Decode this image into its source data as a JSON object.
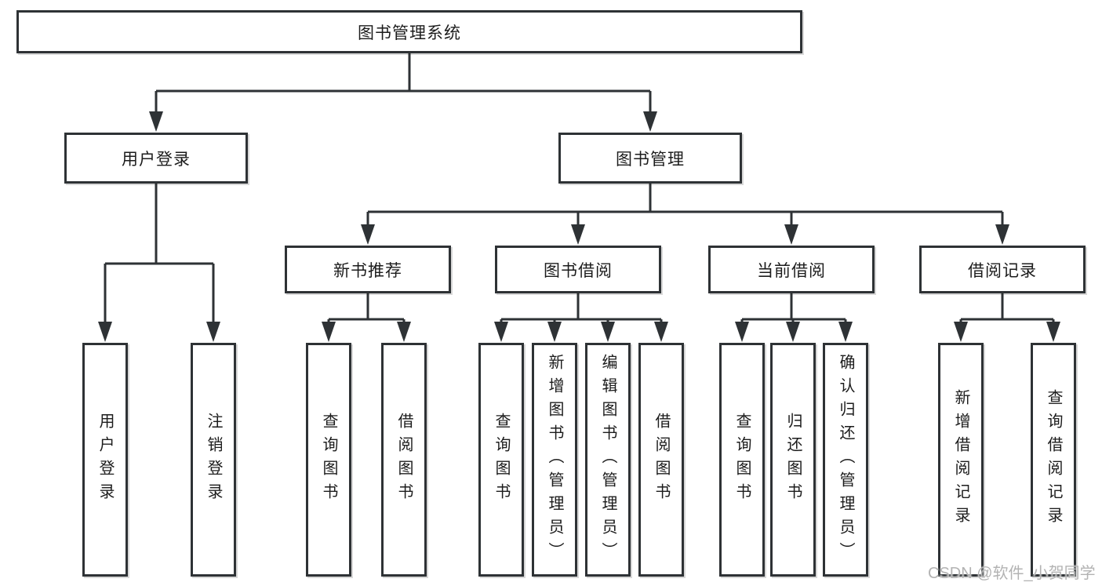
{
  "diagram": {
    "root": {
      "label": "图书管理系统"
    },
    "level2": [
      {
        "label": "用户登录"
      },
      {
        "label": "图书管理"
      }
    ],
    "level3": [
      {
        "label": "新书推荐"
      },
      {
        "label": "图书借阅"
      },
      {
        "label": "当前借阅"
      },
      {
        "label": "借阅记录"
      }
    ],
    "leaves": {
      "user": [
        "用户登录",
        "注销登录"
      ],
      "new_book": [
        "查询图书",
        "借阅图书"
      ],
      "borrow": [
        "查询图书",
        "新增图书（管理员）",
        "编辑图书（管理员）",
        "借阅图书"
      ],
      "current": [
        "查询图书",
        "归还图书",
        "确认归还（管理员）"
      ],
      "records": [
        "新增借阅记录",
        "查询借阅记录"
      ]
    }
  },
  "watermark": {
    "text": "CSDN @软件_小贺同学"
  },
  "colors": {
    "line": "#2e3235",
    "text": "#1c1c1c",
    "background": "#ffffff",
    "watermark": "#b3b3b3"
  }
}
